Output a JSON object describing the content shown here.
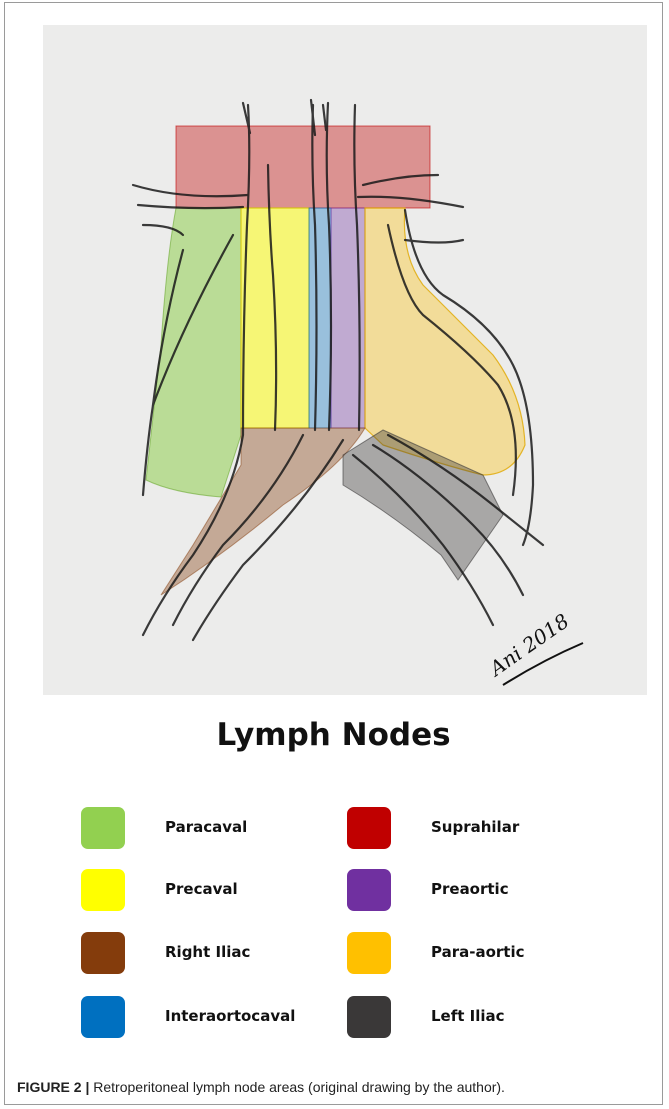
{
  "title": "Lymph Nodes",
  "legend": [
    {
      "label": "Paracaval",
      "color": "#92d050",
      "column": "left"
    },
    {
      "label": "Precaval",
      "color": "#ffff00",
      "column": "left"
    },
    {
      "label": "Right Iliac",
      "color": "#843c0c",
      "column": "left"
    },
    {
      "label": "Interaortocaval",
      "color": "#0070c0",
      "column": "left"
    },
    {
      "label": "Suprahilar",
      "color": "#c00000",
      "column": "right"
    },
    {
      "label": "Preaortic",
      "color": "#7030a0",
      "column": "right"
    },
    {
      "label": "Para-aortic",
      "color": "#ffc000",
      "column": "right"
    },
    {
      "label": "Left Iliac",
      "color": "#3a3838",
      "column": "right"
    }
  ],
  "signature": "Ani 2018",
  "caption": {
    "figure": "FIGURE 2 |",
    "text": " Retroperitoneal lymph node areas (original drawing by the author)."
  }
}
